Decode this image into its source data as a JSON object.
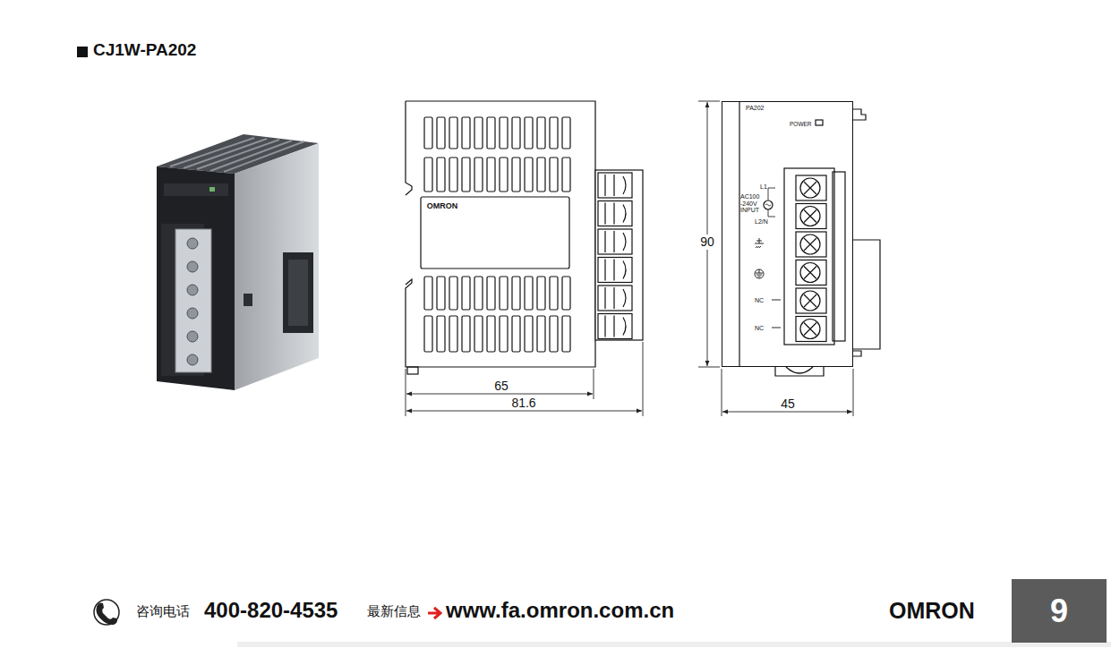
{
  "diagram": {
    "title": "CJ1W-PA202",
    "nodes": [
      {
        "text": [
          "PA202",
          "POWER",
          "L1",
          "AC100 -240V INPUT",
          "L2/N",
          "NC",
          "NC"
        ]
      },
      {
        "text": [
          "9"
        ]
      }
    ],
    "labels": [
      "OMRON",
      "65",
      "81.6",
      "90",
      "45",
      "咨询电话",
      "400-820-4535",
      "最新信息",
      "www.fa.omron.com.cn",
      "OMRON"
    ]
  }
}
